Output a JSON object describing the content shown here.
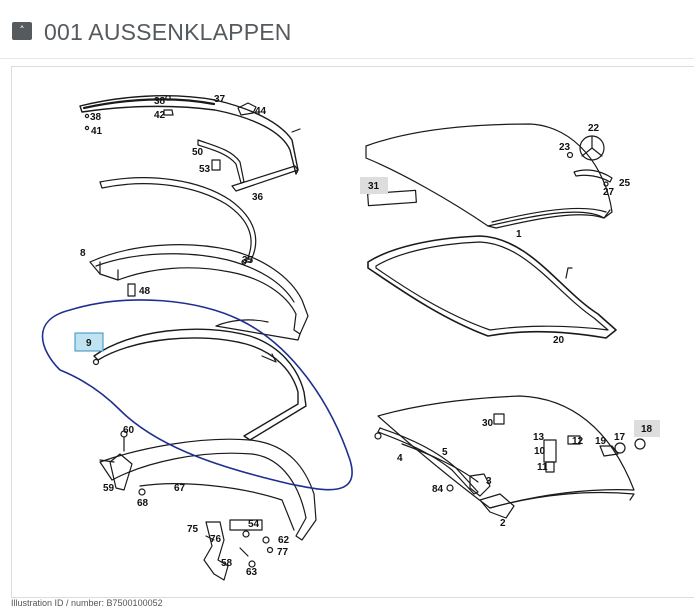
{
  "header": {
    "collapse_icon": "caret-up-icon",
    "collapse_glyph": "˄",
    "title": "001 AUSSENKLAPPEN"
  },
  "diagram": {
    "labels": [
      {
        "id": "38a",
        "text": "38"
      },
      {
        "id": "42",
        "text": "42"
      },
      {
        "id": "37",
        "text": "37"
      },
      {
        "id": "44",
        "text": "44"
      },
      {
        "id": "38b",
        "text": "38"
      },
      {
        "id": "41",
        "text": "41"
      },
      {
        "id": "50",
        "text": "50"
      },
      {
        "id": "53",
        "text": "53"
      },
      {
        "id": "36",
        "text": "36"
      },
      {
        "id": "8",
        "text": "8"
      },
      {
        "id": "35",
        "text": "35"
      },
      {
        "id": "48",
        "text": "48"
      },
      {
        "id": "9",
        "text": "9"
      },
      {
        "id": "60",
        "text": "60"
      },
      {
        "id": "59",
        "text": "59"
      },
      {
        "id": "68",
        "text": "68"
      },
      {
        "id": "67",
        "text": "67"
      },
      {
        "id": "75",
        "text": "75"
      },
      {
        "id": "76",
        "text": "76"
      },
      {
        "id": "54",
        "text": "54"
      },
      {
        "id": "62",
        "text": "62"
      },
      {
        "id": "77",
        "text": "77"
      },
      {
        "id": "58",
        "text": "58"
      },
      {
        "id": "63",
        "text": "63"
      },
      {
        "id": "22",
        "text": "22"
      },
      {
        "id": "23",
        "text": "23"
      },
      {
        "id": "25",
        "text": "25"
      },
      {
        "id": "27",
        "text": "27"
      },
      {
        "id": "31",
        "text": "31"
      },
      {
        "id": "1",
        "text": "1"
      },
      {
        "id": "20",
        "text": "20"
      },
      {
        "id": "30",
        "text": "30"
      },
      {
        "id": "13",
        "text": "13"
      },
      {
        "id": "12",
        "text": "12"
      },
      {
        "id": "10",
        "text": "10"
      },
      {
        "id": "11",
        "text": "11"
      },
      {
        "id": "19",
        "text": "19"
      },
      {
        "id": "17",
        "text": "17"
      },
      {
        "id": "18",
        "text": "18"
      },
      {
        "id": "4",
        "text": "4"
      },
      {
        "id": "5",
        "text": "5"
      },
      {
        "id": "3",
        "text": "3"
      },
      {
        "id": "84",
        "text": "84"
      },
      {
        "id": "2",
        "text": "2"
      }
    ]
  },
  "colors": {
    "header_text": "#555a5e",
    "button_bg": "#555a5e",
    "highlight_fill": "#bfe3f0",
    "highlight_stroke": "#3a8fbf",
    "marker_fill": "#dddddd",
    "annotation_stroke": "#1f2f8f"
  },
  "footer": {
    "text": "Illustration ID / number: B7500100052"
  }
}
